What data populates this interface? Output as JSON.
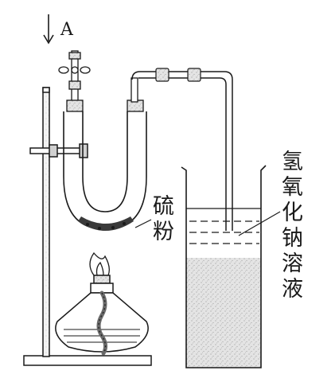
{
  "labels": {
    "gas_inlet": "A",
    "sulfur_powder": [
      "硫",
      "粉"
    ],
    "naoh_solution": [
      "氢",
      "氧",
      "化",
      "钠",
      "溶",
      "液"
    ]
  }
}
